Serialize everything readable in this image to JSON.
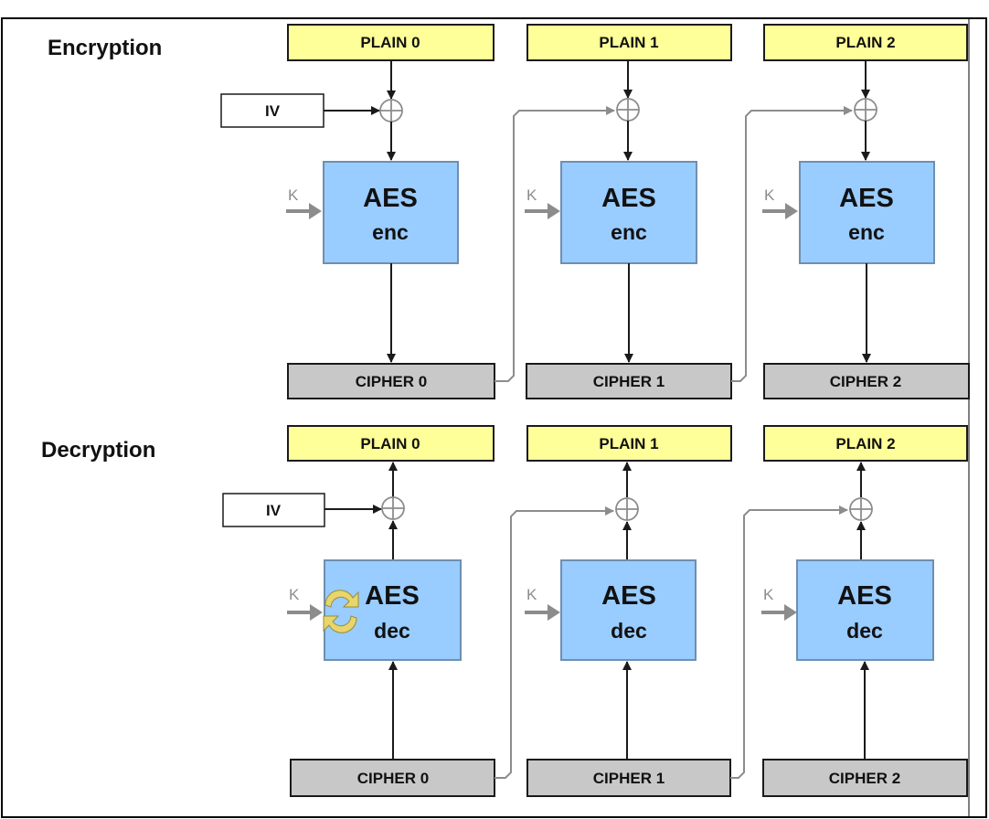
{
  "sections": {
    "encryption": "Encryption",
    "decryption": "Decryption"
  },
  "iv_label": "IV",
  "key_label": "K",
  "aes_label": "AES",
  "enc_label": "enc",
  "dec_label": "dec",
  "plain": [
    "PLAIN 0",
    "PLAIN 1",
    "PLAIN 2"
  ],
  "cipher": [
    "CIPHER 0",
    "CIPHER 1",
    "CIPHER 2"
  ],
  "colors": {
    "plain_box": "#ffff99",
    "cipher_box": "#c8c8c8",
    "aes_box": "#99ccff",
    "aes_border": "#6f8fb0",
    "feedback_line": "#8c8c8c",
    "main_line": "#1a1a1a",
    "key_update_icon": "#e8d66a"
  },
  "icons": {
    "xor": "xor-icon",
    "key_arrow": "key-arrow-icon",
    "key_update": "key-update-icon"
  }
}
